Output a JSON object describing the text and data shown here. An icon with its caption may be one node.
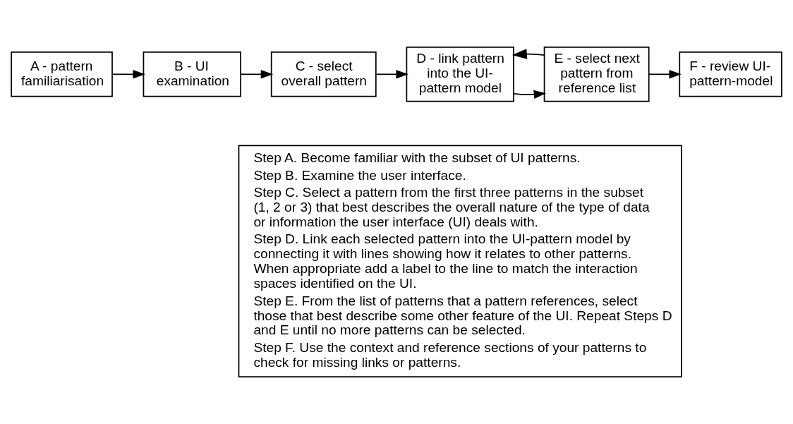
{
  "diagram": {
    "nodes": [
      {
        "text": [
          "A - pattern familiarisation"
        ]
      },
      {
        "text": [
          "B - UI examination"
        ]
      },
      {
        "text": [
          "C - select overall pattern"
        ]
      },
      {
        "text": [
          "D - link pattern into the UI-pattern model"
        ]
      },
      {
        "text": [
          "E - select next pattern from reference list"
        ]
      },
      {
        "text": [
          "F - review UI-pattern-model"
        ]
      },
      {
        "text": [
          "Step A. Become familiar with the subset of UI patterns.",
          "Step B. Examine the user interface.",
          "Step C. Select a pattern from the first three patterns in the subset (1, 2 or 3) that best describes the overall nature of the type of data or information the user interface (UI) deals with.",
          "Step D. Link each selected pattern into the UI-pattern model by connecting it with lines showing how it relates to other patterns. When appropriate add a label to the line to match the interaction spaces identified on the UI.",
          "Step E. From the list of patterns that a pattern references, select those that best describe some other feature of the UI. Repeat Steps D and E until no more patterns can be selected.",
          "Step F. Use the context and reference sections of your patterns to check for missing links or patterns."
        ]
      }
    ],
    "edges": [
      {
        "from": 0,
        "to": 1,
        "arrow": "to"
      },
      {
        "from": 1,
        "to": 2,
        "arrow": "to"
      },
      {
        "from": 2,
        "to": 3,
        "arrow": "to"
      },
      {
        "from": 3,
        "to": 4,
        "arrow": "to"
      },
      {
        "from": 4,
        "to": 5,
        "arrow": "to"
      },
      {
        "from": 4,
        "to": 3,
        "arrow": "to"
      }
    ]
  }
}
